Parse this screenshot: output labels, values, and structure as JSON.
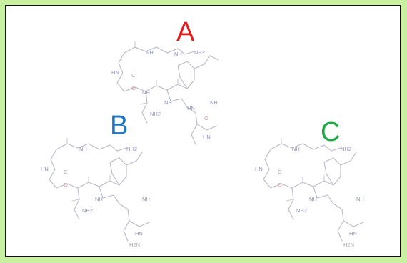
{
  "panels": [
    {
      "label": "A",
      "color": "#e21b1b"
    },
    {
      "label": "B",
      "color": "#1f74c2"
    },
    {
      "label": "C",
      "color": "#20a848"
    }
  ],
  "atoms": {
    "nh": "NH",
    "hn": "HN",
    "nh2": "NH2",
    "o": "O",
    "c": "C",
    "h2n": "H2N"
  }
}
